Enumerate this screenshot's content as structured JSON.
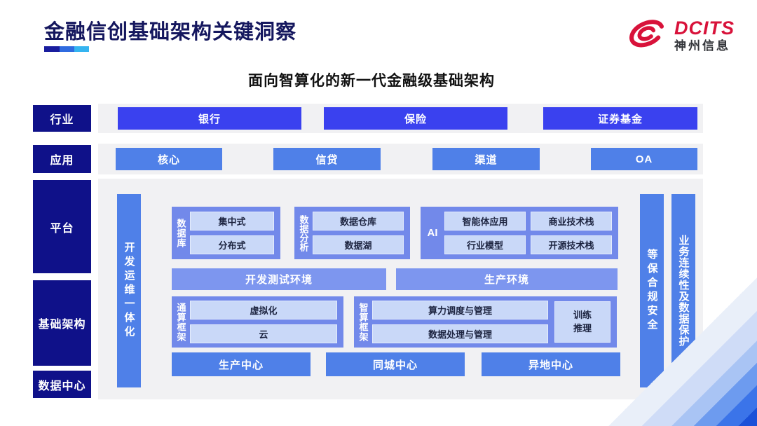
{
  "header": {
    "title": "金融信创基础架构关键洞察",
    "subtitle": "面向智算化的新一代金融级基础架构"
  },
  "logo": {
    "brand": "DCITS",
    "company": "神州信息"
  },
  "sidebar": {
    "industry": "行业",
    "application": "应用",
    "platform": "平台",
    "infrastructure": "基础架构",
    "datacenter": "数据中心"
  },
  "industry_row": {
    "items": [
      "银行",
      "保险",
      "证券基金"
    ]
  },
  "application_row": {
    "items": [
      "核心",
      "信贷",
      "渠道",
      "OA"
    ]
  },
  "platform": {
    "devops": "开发运维一体化",
    "database": {
      "label": "数据库",
      "items": [
        "集中式",
        "分布式"
      ]
    },
    "analytics": {
      "label": "数据分析",
      "items": [
        "数据仓库",
        "数据湖"
      ]
    },
    "ai": {
      "label": "AI",
      "items": [
        "智能体应用",
        "商业技术栈",
        "行业模型",
        "开源技术栈"
      ]
    },
    "environments": [
      "开发测试环境",
      "生产环境"
    ]
  },
  "frameworks": {
    "general": {
      "label": "通算框架",
      "items": [
        "虚拟化",
        "云"
      ]
    },
    "intelligent": {
      "label": "智算框架",
      "items": [
        "算力调度与管理",
        "数据处理与管理"
      ],
      "side": "训练推理"
    }
  },
  "centers": [
    "生产中心",
    "同城中心",
    "异地中心"
  ],
  "security_bars": [
    "等保合规安全",
    "业务连续性及数据保护"
  ],
  "colors": {
    "navy": "#0f1189",
    "primary_blue": "#3a41ef",
    "mid_blue": "#4f80e8",
    "group_blue": "#7289ea",
    "env_blue": "#7d96ef",
    "light_box": "#c9d8f8",
    "brand_red": "#d8123a",
    "title_navy": "#15175e"
  }
}
